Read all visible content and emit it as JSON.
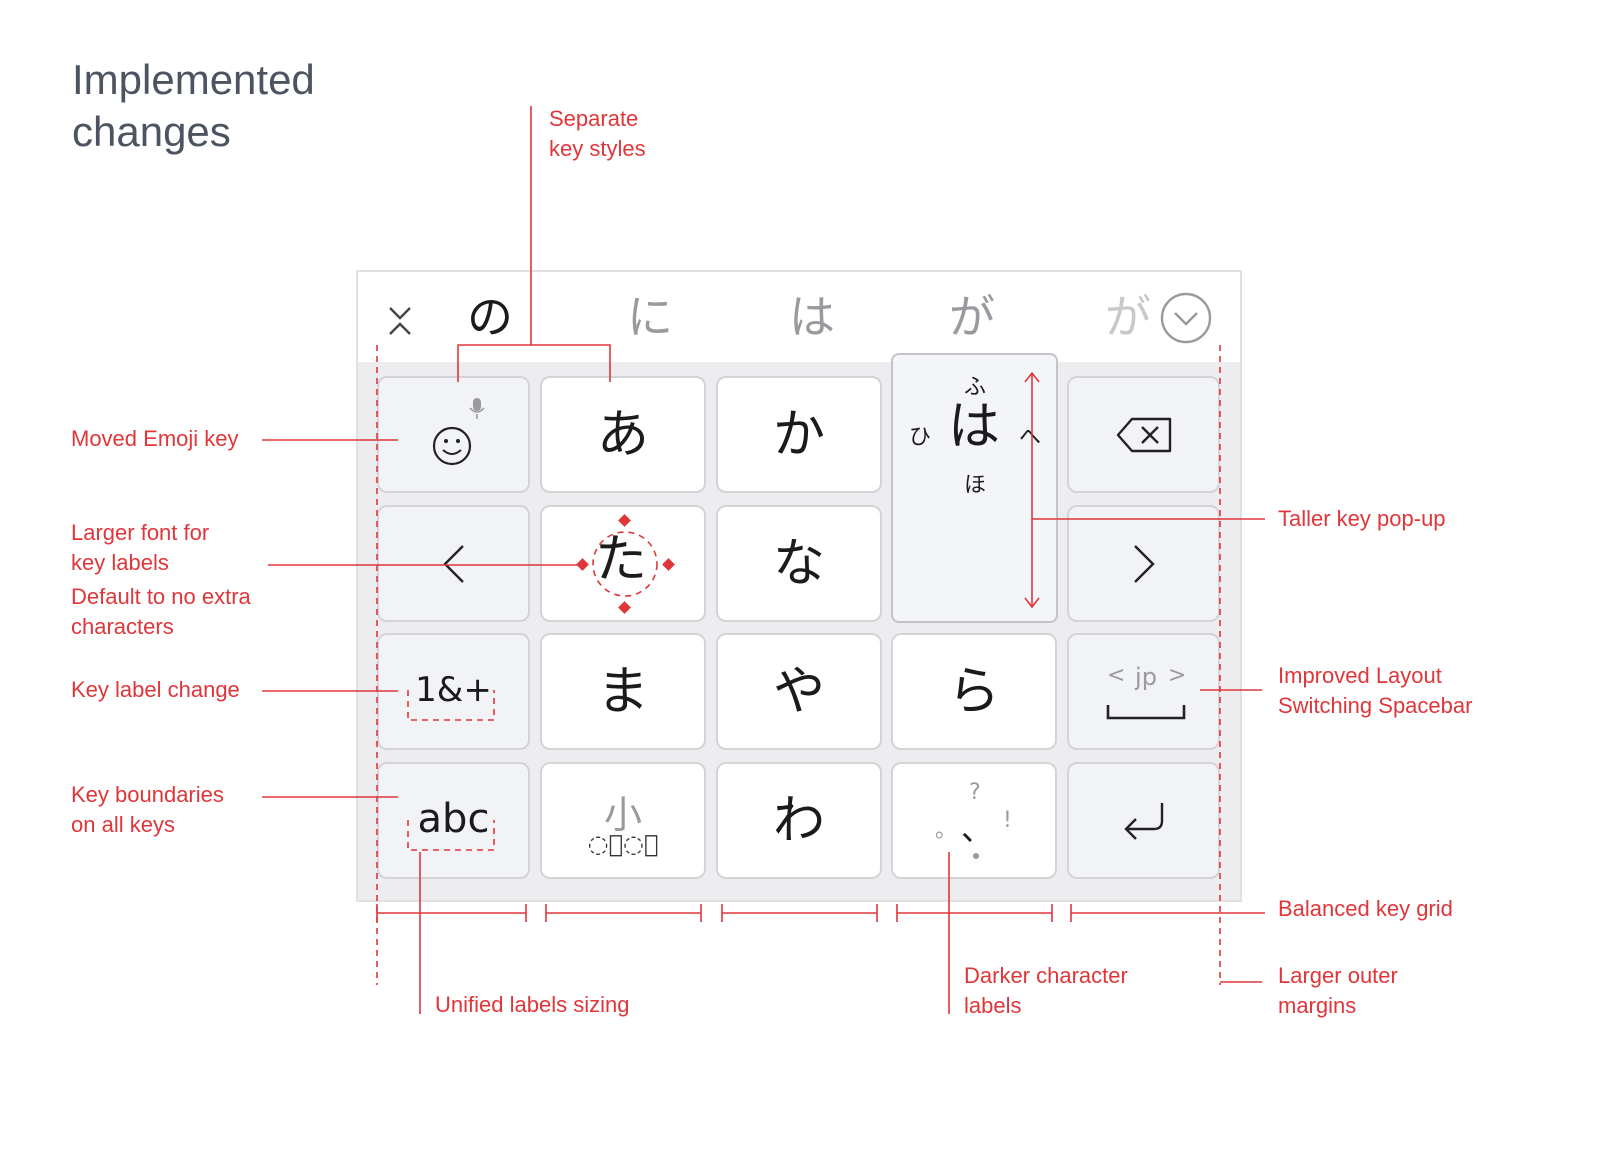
{
  "title": "Implemented\nchanges",
  "annotations": {
    "separate_key_styles": "Separate\nkey styles",
    "moved_emoji_key": "Moved Emoji key",
    "larger_font": "Larger font for\nkey labels",
    "default_no_extra": "Default to no extra\ncharacters",
    "key_label_change": "Key label change",
    "key_boundaries": "Key boundaries\non all keys",
    "taller_popup": "Taller key pop-up",
    "improved_layout": "Improved Layout\nSwitching Spacebar",
    "balanced_grid": "Balanced key grid",
    "larger_margins": "Larger outer\nmargins",
    "unified_labels": "Unified labels sizing",
    "darker_labels": "Darker character\nlabels"
  },
  "suggestions": [
    "の",
    "に",
    "は",
    "が",
    "が"
  ],
  "colors": {
    "accent": "#e0363a",
    "key_border": "#d4d4d8",
    "function_key": "#f2f3f7",
    "panel": "#ededf0"
  },
  "keys": {
    "a": "あ",
    "ka": "か",
    "ta": "た",
    "na": "な",
    "ma": "ま",
    "ya": "や",
    "ra": "ら",
    "wa": "わ",
    "num": "1&+",
    "abc": "abc",
    "small": "小",
    "small_sub": "◌゙◌゚",
    "space_label": "jp",
    "punct_top": "?",
    "punct_left": "。",
    "punct_mid": "、",
    "punct_right": "!"
  },
  "popup": {
    "center": "は",
    "top": "ふ",
    "left": "ひ",
    "right": "へ",
    "bottom": "ほ"
  },
  "icons": [
    "collapse-icon",
    "chevron-down-circle-icon",
    "emoji-icon",
    "mic-icon",
    "backspace-icon",
    "arrow-left-icon",
    "arrow-right-icon",
    "space-bar-icon",
    "enter-icon"
  ]
}
